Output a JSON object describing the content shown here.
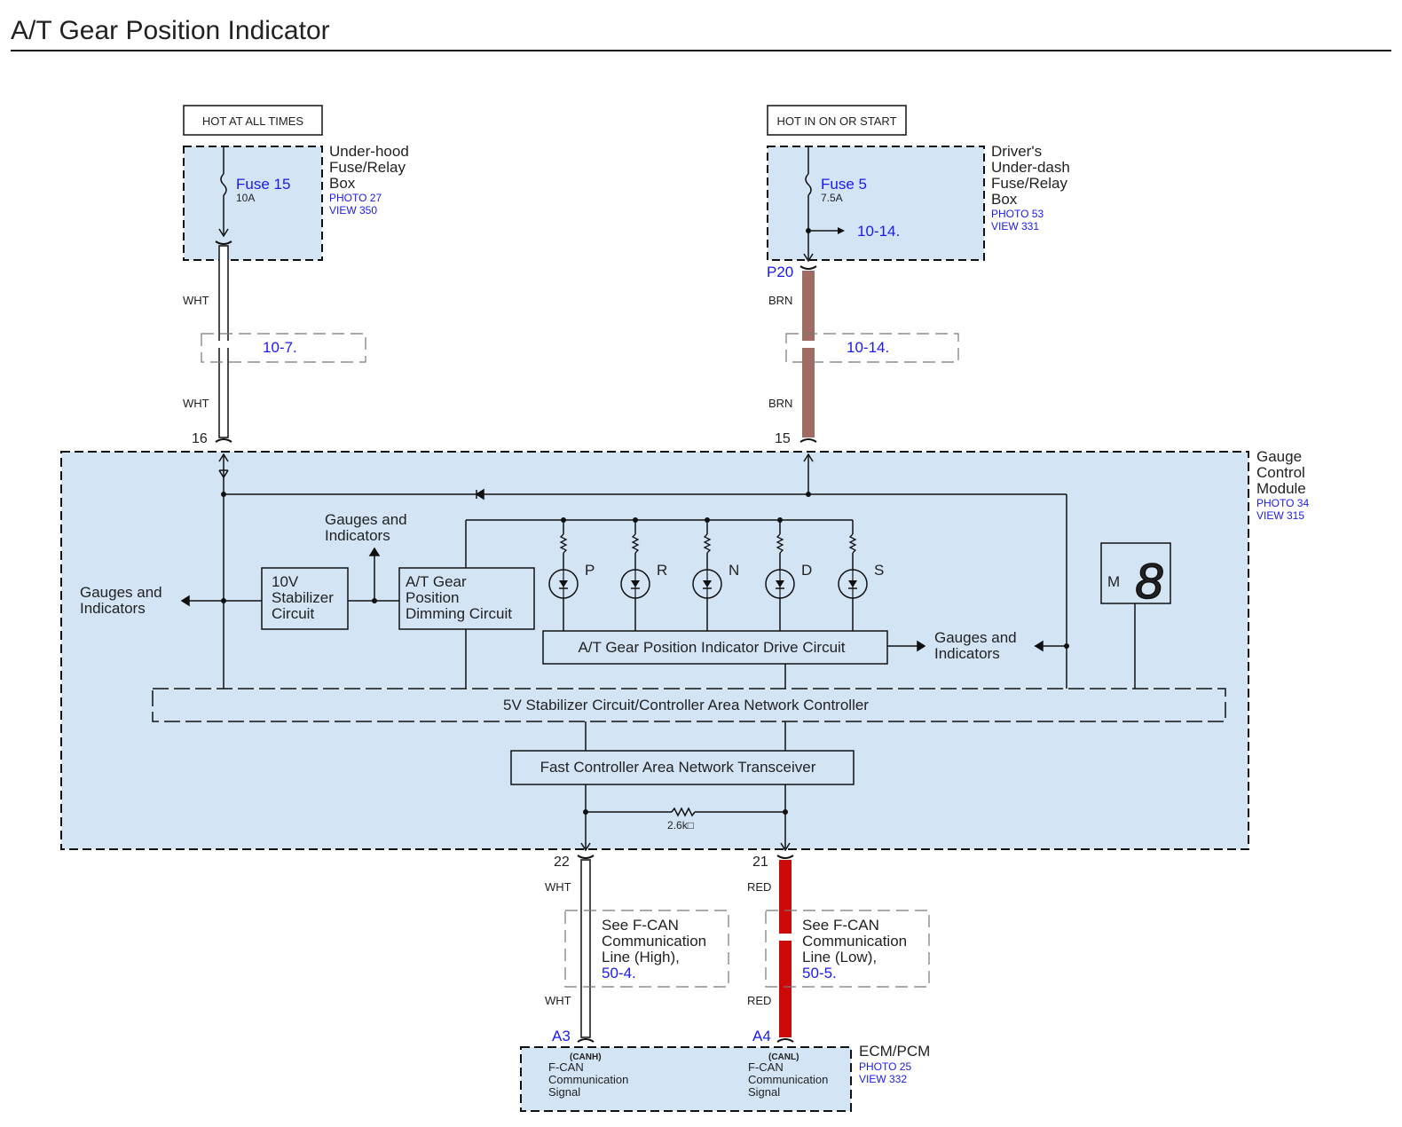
{
  "title": "A/T Gear Position Indicator",
  "power": {
    "left": {
      "header": "HOT AT ALL TIMES",
      "fuse": "Fuse 15",
      "amp": "10A",
      "box": [
        "Under-hood",
        "Fuse/Relay",
        "Box"
      ],
      "photo": "PHOTO 27",
      "view": "VIEW 350"
    },
    "right": {
      "header": "HOT IN ON OR START",
      "fuse": "Fuse 5",
      "amp": "7.5A",
      "branch_ref": "10-14.",
      "box": [
        "Driver's",
        "Under-dash",
        "Fuse/Relay",
        "Box"
      ],
      "photo": "PHOTO 53",
      "view": "VIEW 331",
      "connector": "P20"
    }
  },
  "wires": {
    "left_color_top": "WHT",
    "left_color_bottom": "WHT",
    "left_splice_ref": "10-7.",
    "left_pin": "16",
    "right_color_top": "BRN",
    "right_color_bottom": "BRN",
    "right_splice_ref": "10-14.",
    "right_pin": "15",
    "can_high_pin": "22",
    "can_high_color_top": "WHT",
    "can_high_color_bottom": "WHT",
    "can_high_connector": "A3",
    "can_low_pin": "21",
    "can_low_color_top": "RED",
    "can_low_color_bottom": "RED",
    "can_low_connector": "A4",
    "can_high_note": [
      "See F-CAN",
      "Communication",
      "Line (High),"
    ],
    "can_high_note_ref": "50-4.",
    "can_low_note": [
      "See F-CAN",
      "Communication",
      "Line (Low),"
    ],
    "can_low_note_ref": "50-5."
  },
  "module": {
    "name": [
      "Gauge",
      "Control",
      "Module"
    ],
    "photo": "PHOTO 34",
    "view": "VIEW 315",
    "gauges_left": [
      "Gauges and",
      "Indicators"
    ],
    "gauges_top": [
      "Gauges and",
      "Indicators"
    ],
    "gauges_right": [
      "Gauges and",
      "Indicators"
    ],
    "stabilizer_10v": [
      "10V",
      "Stabilizer",
      "Circuit"
    ],
    "dimming": [
      "A/T Gear",
      "Position",
      "Dimming Circuit"
    ],
    "gears": [
      "P",
      "R",
      "N",
      "D",
      "S"
    ],
    "drive_circuit": "A/T Gear Position Indicator Drive Circuit",
    "display_mode": "M",
    "display_digit": "8",
    "can_controller": "5V Stabilizer Circuit/Controller Area Network Controller",
    "transceiver": "Fast Controller Area Network Transceiver",
    "resistor": "2.6k□"
  },
  "ecm": {
    "name": "ECM/PCM",
    "photo": "PHOTO 25",
    "view": "VIEW 332",
    "canh_tag": "(CANH)",
    "canh_label": [
      "F-CAN",
      "Communication",
      "Signal"
    ],
    "canl_tag": "(CANL)",
    "canl_label": [
      "F-CAN",
      "Communication",
      "Signal"
    ]
  },
  "colors": {
    "box_fill": "#d3e4f5",
    "link": "#1a1aee",
    "wire_brn": "#a06b62",
    "wire_red": "#cc0a0a",
    "line": "#111111"
  }
}
